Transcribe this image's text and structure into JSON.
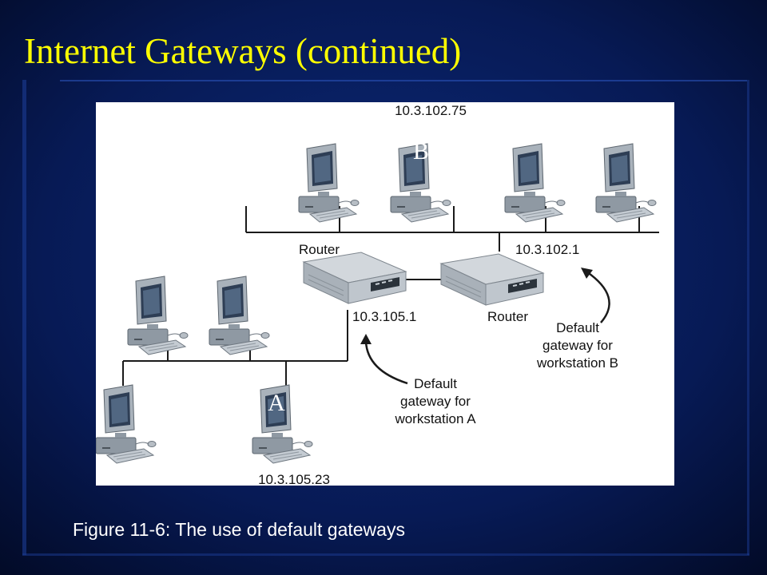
{
  "slide": {
    "title": "Internet Gateways (continued)",
    "caption": "Figure 11-6: The use of default gateways"
  },
  "colors": {
    "background": "#041037",
    "title": "#FFFF00",
    "caption": "#FFFFFF",
    "figure_background": "#FFFFFF",
    "line": "#1A1A1A",
    "device": "#9AA3AD"
  },
  "diagram": {
    "workstations": [
      {
        "id": "top-1",
        "label": ""
      },
      {
        "id": "top-2",
        "label": "10.3.102.75",
        "marker": "B"
      },
      {
        "id": "top-3",
        "label": ""
      },
      {
        "id": "top-4",
        "label": ""
      },
      {
        "id": "bottom-1",
        "label": ""
      },
      {
        "id": "bottom-2",
        "label": ""
      },
      {
        "id": "bottom-3",
        "label": ""
      },
      {
        "id": "bottom-4",
        "label": "10.3.105.23",
        "marker": "A"
      }
    ],
    "routers": [
      {
        "id": "router-1",
        "label": "Router",
        "address": "10.3.105.1"
      },
      {
        "id": "router-2",
        "label": "Router",
        "address": "10.3.102.1"
      }
    ],
    "annotations": {
      "gateway_a": [
        "Default",
        "gateway for",
        "workstation A"
      ],
      "gateway_b": [
        "Default",
        "gateway for",
        "workstation B"
      ]
    }
  }
}
